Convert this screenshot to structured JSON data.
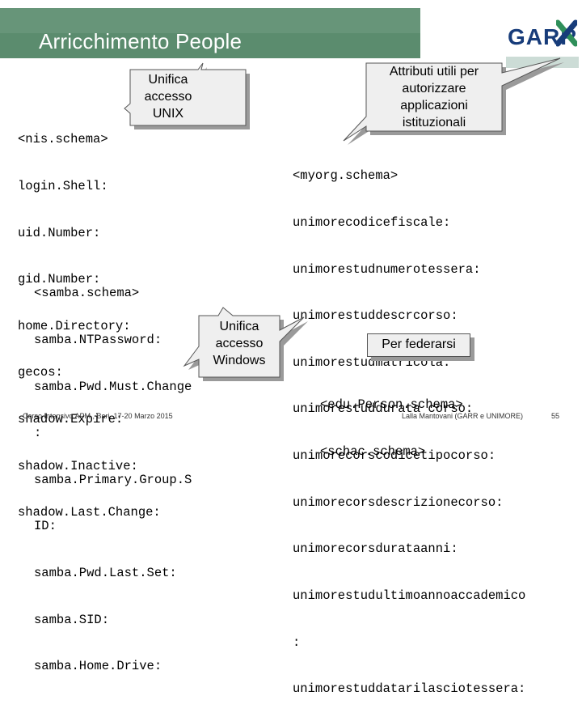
{
  "slide": {
    "title": "Arricchimento People",
    "logo_text": "GARR",
    "left_block_1": [
      "<nis.schema>",
      "login.Shell:",
      "uid.Number:",
      "gid.Number:",
      "home.Directory:",
      "gecos:",
      "shadow.Expire:",
      "shadow.Inactive:",
      "shadow.Last.Change:"
    ],
    "left_block_2": [
      "<samba.schema>",
      "samba.NTPassword:",
      "samba.Pwd.Must.Change",
      ":",
      "samba.Primary.Group.S",
      "ID:",
      "samba.Pwd.Last.Set:",
      "samba.SID:",
      "samba.Home.Drive:"
    ],
    "right_block_1": [
      "<myorg.schema>",
      "unimorecodicefiscale:",
      "unimorestudnumerotessera:",
      "unimorestuddescrcorso:",
      "unimorestudmatricola:",
      "unimorestuddurata corso:",
      "unimorecorscodicetipocorso:",
      "unimorecorsdescrizionecorso:",
      "unimorecorsdurataanni:",
      "unimorestudultimoannoaccademico",
      ":",
      "unimorestuddatarilasciotessera:"
    ],
    "right_block_2": [
      "<edu.Person.schema>",
      "<schac.schema>"
    ],
    "callout_unix": [
      "Unifica",
      "accesso",
      "UNIX"
    ],
    "callout_windows": [
      "Unifica",
      "accesso",
      "Windows"
    ],
    "callout_attributes": [
      "Attributi utili per",
      "autorizzare",
      "applicazioni",
      "istituzionali"
    ],
    "callout_federation": "Per federarsi",
    "footer_left": "Corso Intensivo APM , Bari, 17-20 Marzo 2015",
    "footer_center": "Lalla Mantovani (GARR e UNIMORE)",
    "page_number": "55"
  }
}
